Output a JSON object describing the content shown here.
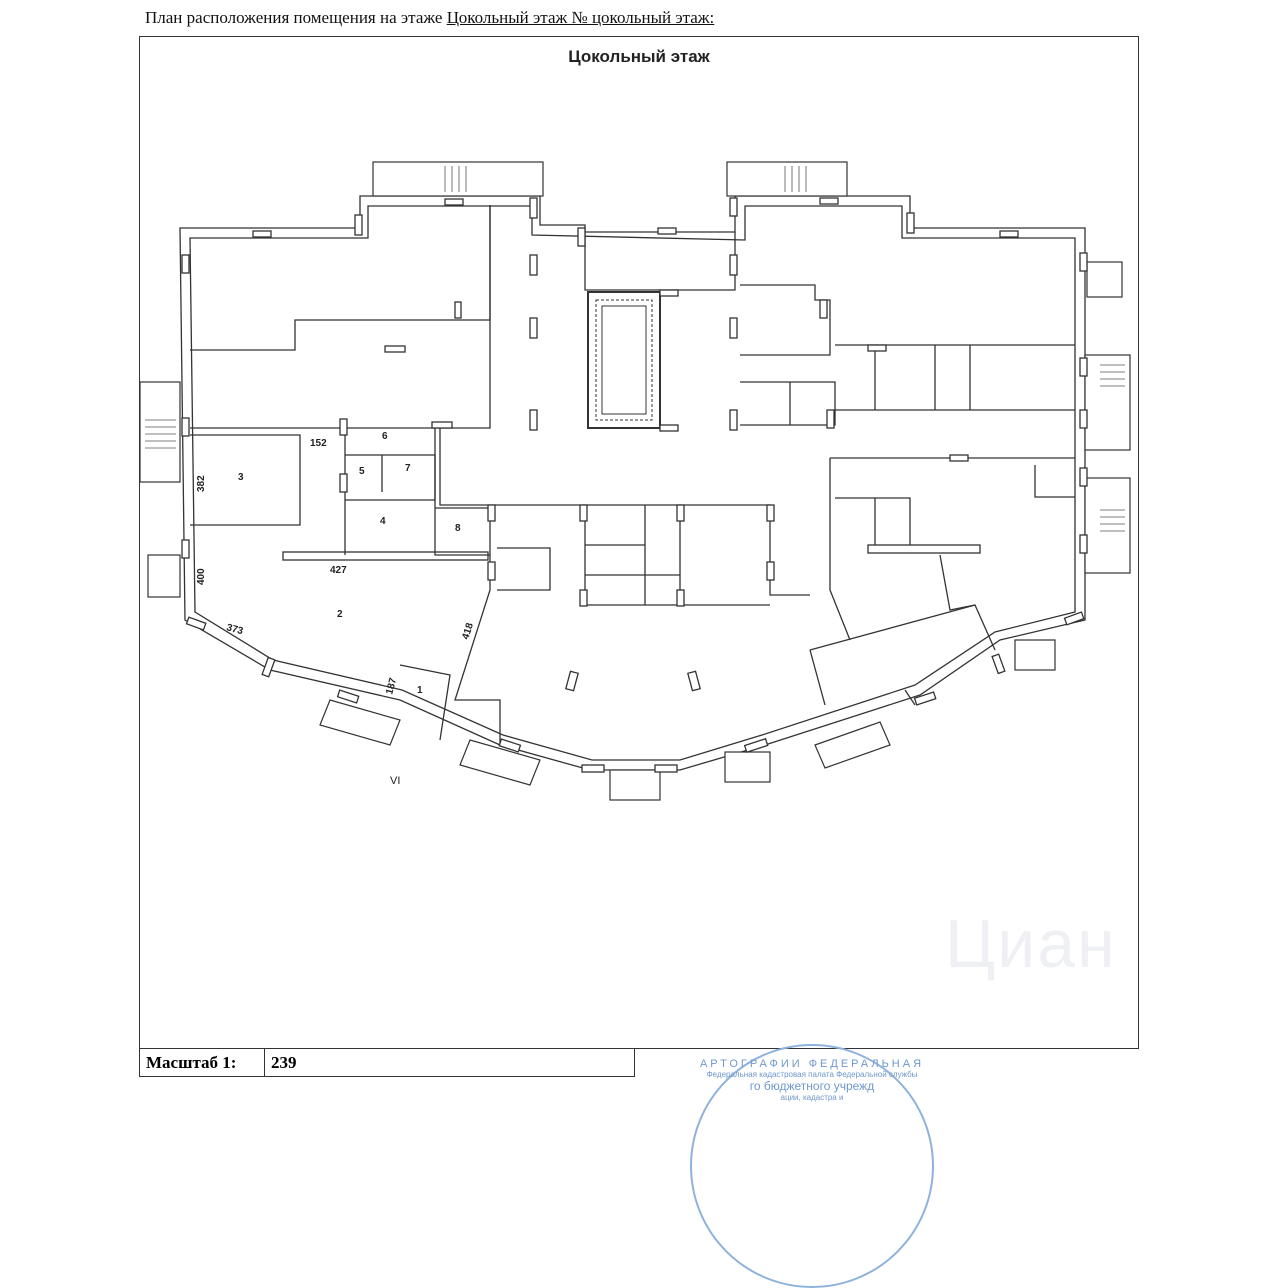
{
  "header": {
    "prefix": "План расположения помещения на этаже ",
    "underlined": "Цокольный этаж № цокольный этаж:"
  },
  "plan": {
    "heading": "Цокольный этаж",
    "rooms": [
      "1",
      "2",
      "3",
      "4",
      "5",
      "6",
      "7",
      "8"
    ],
    "dimensions": {
      "d152": "152",
      "d382": "382",
      "d400": "400",
      "d427": "427",
      "d373": "373",
      "d418": "418",
      "d187": "187"
    },
    "section_mark": "VI"
  },
  "scale": {
    "label": "Масштаб 1:",
    "value": "239"
  },
  "stamp": {
    "top": "АРТОГРАФИИ   ФЕДЕРАЛЬНАЯ",
    "line2": "Федеральная кадастровая палата Федеральной службы",
    "line3": "го бюджетного учрежд",
    "line4": "ации, кадастра и"
  },
  "watermark": "Циан"
}
